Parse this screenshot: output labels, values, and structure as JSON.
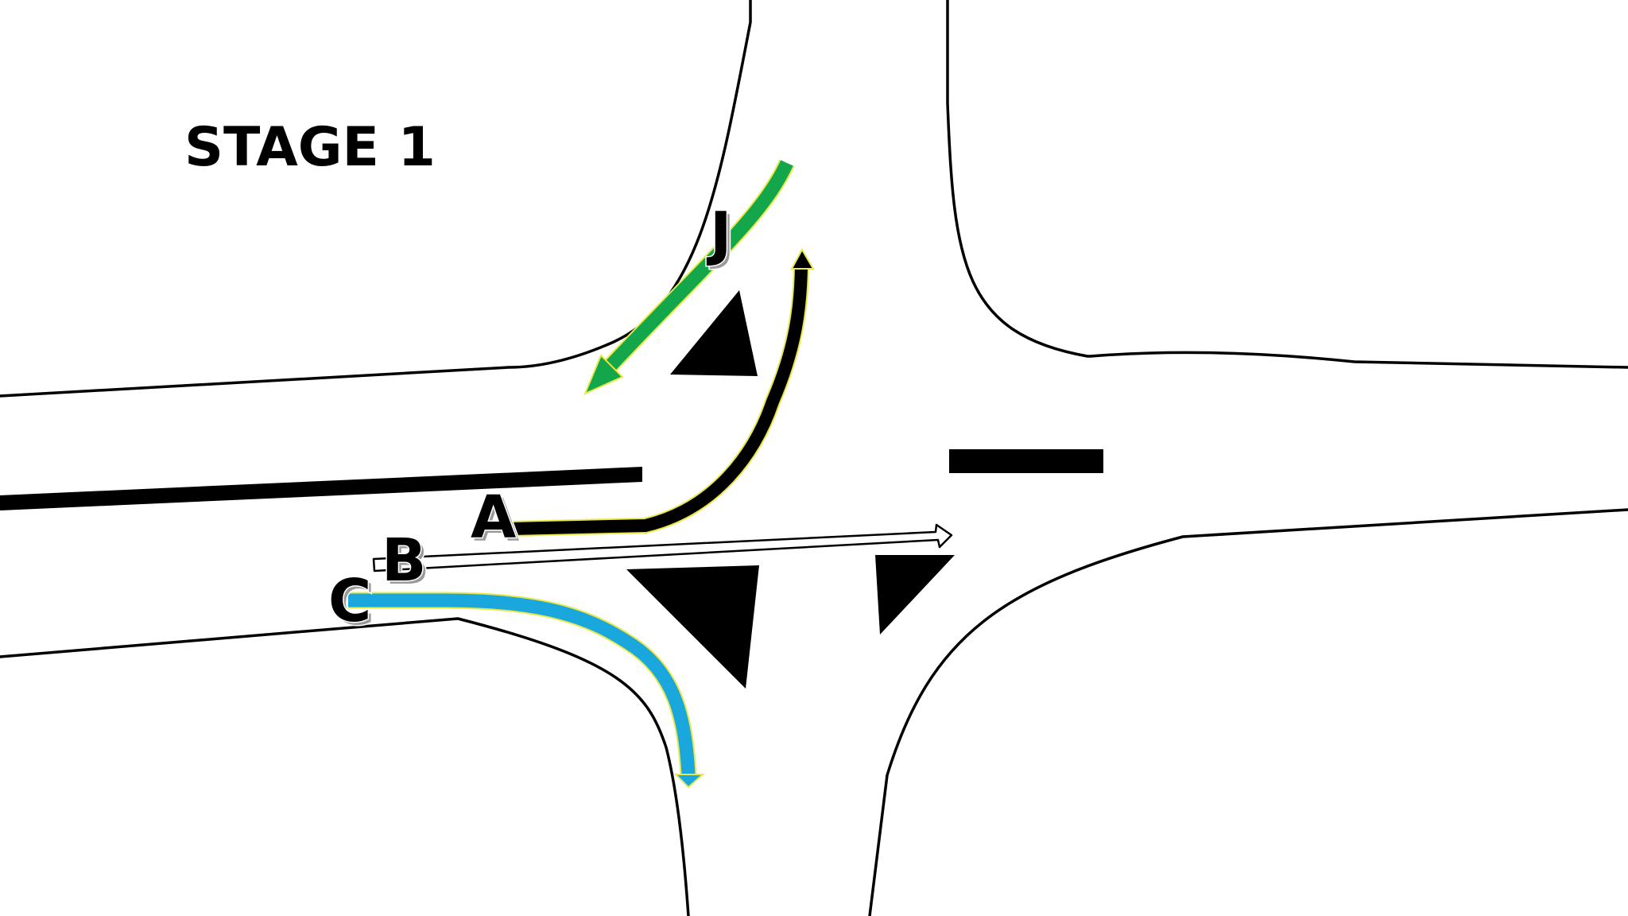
{
  "stage_title": "STAGE 1",
  "colors": {
    "background": "#ffffff",
    "road_edge": "#000000",
    "island": "#000000",
    "movement_a": "#000000",
    "movement_b": "#ffffff",
    "movement_c": "#1aa7dd",
    "movement_j": "#13a64a",
    "outline_highlight": "#e8e84a"
  },
  "movements": [
    {
      "label": "A",
      "description_color": "movement_a"
    },
    {
      "label": "B",
      "description_color": "movement_b"
    },
    {
      "label": "C",
      "description_color": "movement_c"
    },
    {
      "label": "J",
      "description_color": "movement_j"
    }
  ]
}
